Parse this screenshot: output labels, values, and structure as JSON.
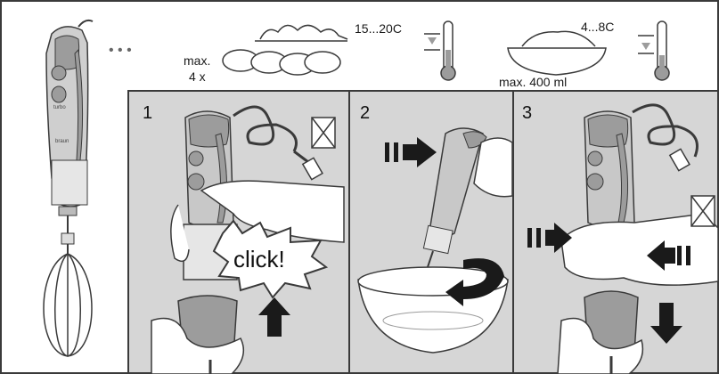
{
  "top_bar": {
    "dots": "• • •",
    "eggs_max_label": "max.",
    "eggs_count_label": "4 x",
    "eggs_temperature": "15...20C",
    "cream_temperature": "4...8C",
    "cream_max_label": "max. 400 ml"
  },
  "steps": [
    {
      "number": "1",
      "callout": "click!"
    },
    {
      "number": "2"
    },
    {
      "number": "3"
    }
  ],
  "brand": {
    "logo_text": "braun",
    "turbo_label": "turbo"
  },
  "colors": {
    "panel_bg": "#d6d6d6",
    "outline": "#3a3a3a",
    "appliance": "#9c9c9c",
    "appliance_light": "#c8c8c8"
  }
}
